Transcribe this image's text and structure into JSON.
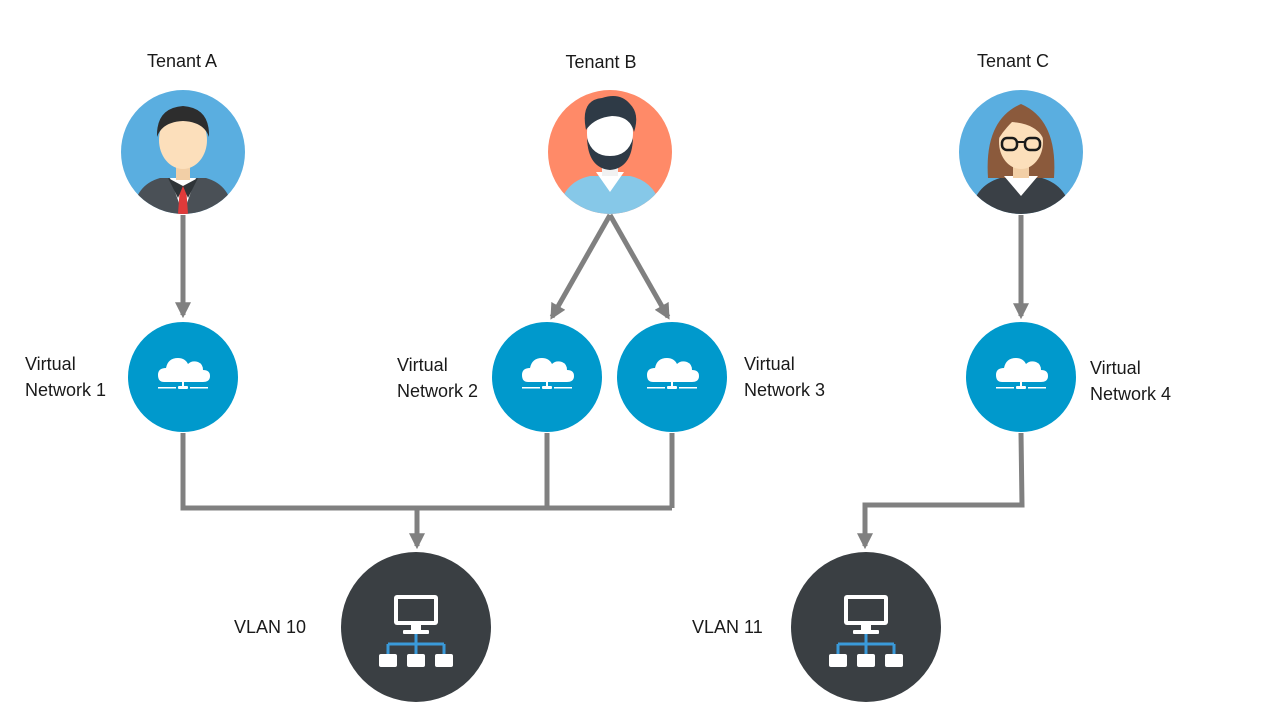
{
  "tenants": [
    {
      "id": "a",
      "label": "Tenant A",
      "avatar": "man-in-suit-avatar",
      "bg": "#5aaee0"
    },
    {
      "id": "b",
      "label": "Tenant B",
      "avatar": "bearded-man-avatar",
      "bg": "#ff8a68"
    },
    {
      "id": "c",
      "label": "Tenant C",
      "avatar": "woman-with-glasses-avatar",
      "bg": "#5aaee0"
    }
  ],
  "networks": [
    {
      "id": "vn1",
      "line1": "Virtual",
      "line2": "Network 1"
    },
    {
      "id": "vn2",
      "line1": "Virtual",
      "line2": "Network 2"
    },
    {
      "id": "vn3",
      "line1": "Virtual",
      "line2": "Network 3"
    },
    {
      "id": "vn4",
      "line1": "Virtual",
      "line2": "Network 4"
    }
  ],
  "vlans": [
    {
      "id": "vlan10",
      "label": "VLAN 10"
    },
    {
      "id": "vlan11",
      "label": "VLAN 11"
    }
  ],
  "colors": {
    "network_circle": "#0099cc",
    "vlan_circle": "#3a3f43",
    "connector": "#808080",
    "vlan_icon_blue": "#3a9ad9"
  },
  "icons": {
    "network": "cloud-network-icon",
    "vlan": "network-topology-icon"
  }
}
